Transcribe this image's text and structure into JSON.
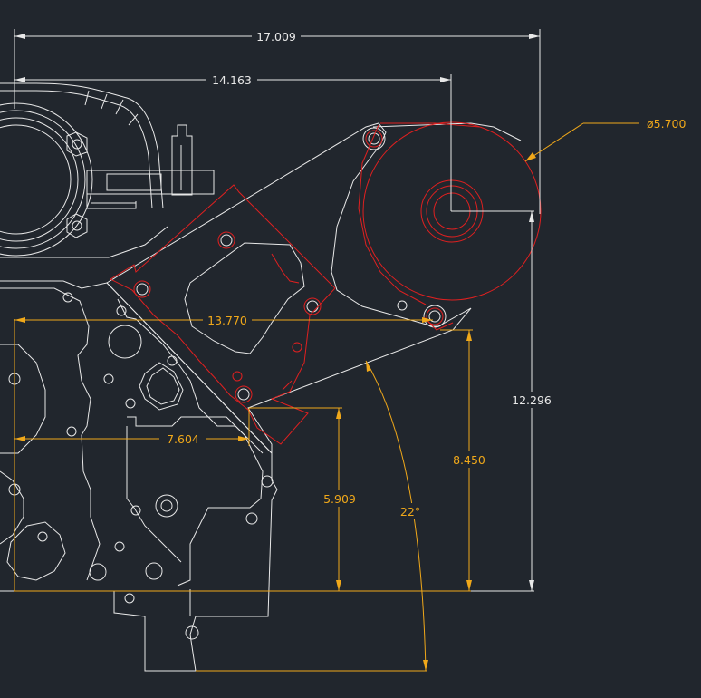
{
  "dimensions": {
    "overall_width": "17.009",
    "alternator_center": "14.163",
    "pulley_diameter": "ø5.700",
    "pivot_offset": "13.770",
    "lower_bolt_offset": "7.604",
    "lower_bolt_height": "5.909",
    "mount_height": "8.450",
    "pulley_height": "12.296",
    "bracket_angle": "22°"
  },
  "colors": {
    "background": "#21262d",
    "geometry": "#e8e8e8",
    "bracket": "#e02020",
    "dimension": "#f0a81a"
  }
}
